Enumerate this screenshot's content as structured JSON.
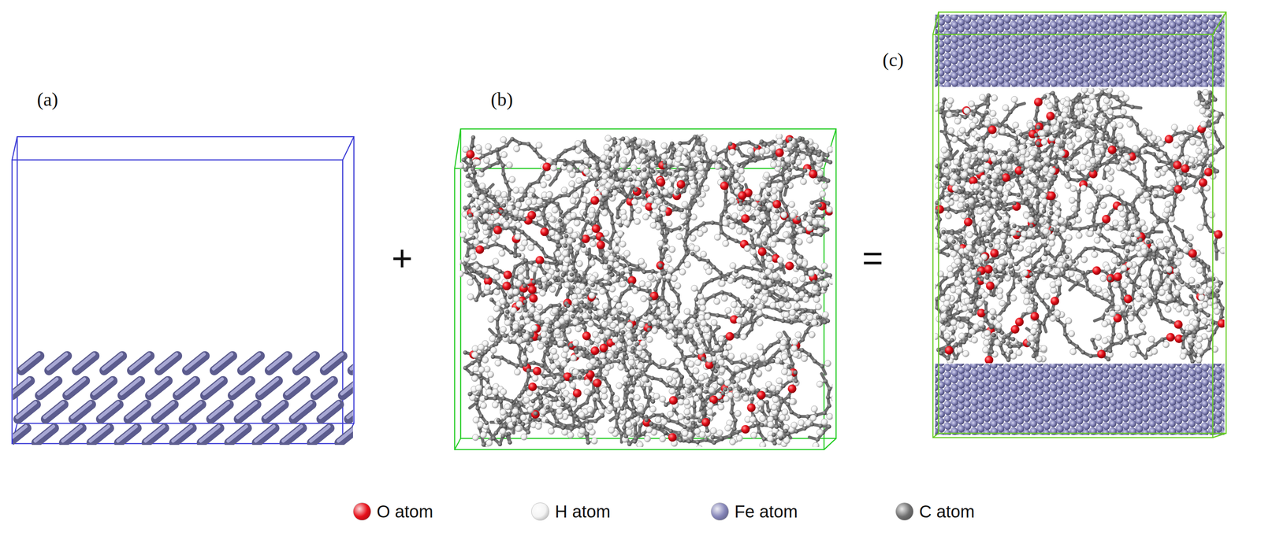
{
  "diagram": {
    "labels": [
      "(a)",
      "(b)",
      "(c)",
      "+",
      "="
    ],
    "legend": [
      {
        "text": "O atom",
        "color": "#e8101a"
      },
      {
        "text": "H atom",
        "color": "#f4f4f4"
      },
      {
        "text": "Fe atom",
        "color": "#8585b8"
      },
      {
        "text": "C atom",
        "color": "#707070"
      }
    ]
  }
}
